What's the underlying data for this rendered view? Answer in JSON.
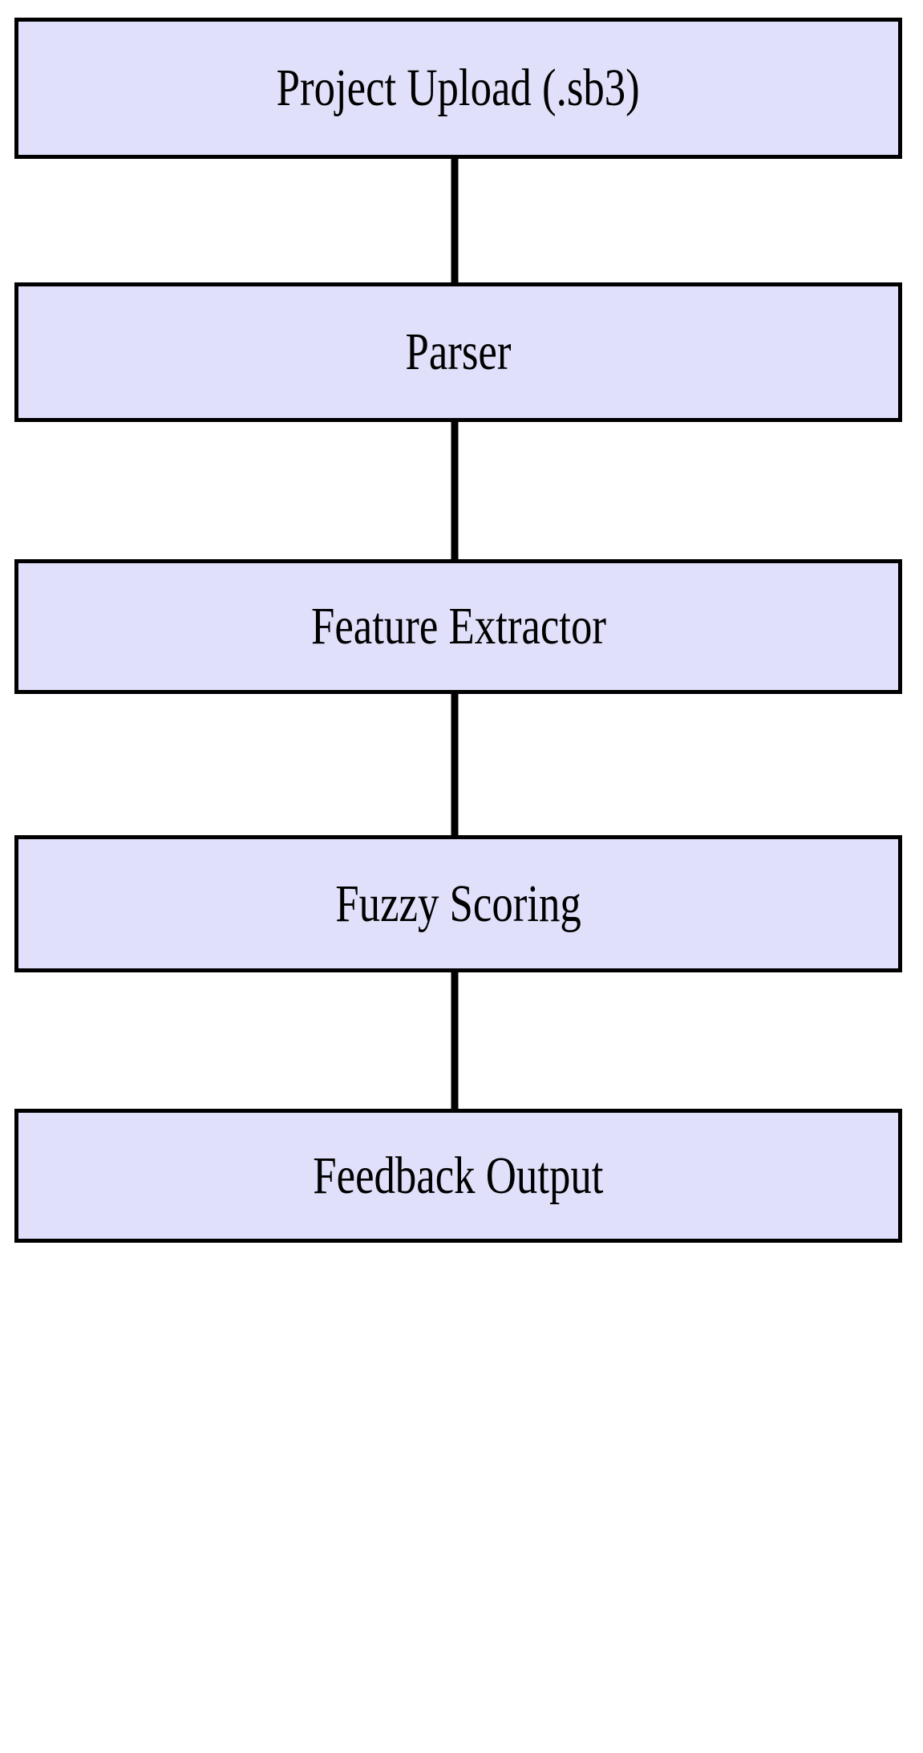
{
  "diagram": {
    "type": "flowchart",
    "orientation": "top-to-bottom",
    "background_color": "#ffffff",
    "node_fill_color": "#e0e0fa",
    "node_border_color": "#000000",
    "edge_color": "#000000",
    "arrowhead_style": "vee",
    "nodes": [
      {
        "id": "upload",
        "label": "Project Upload (.sb3)"
      },
      {
        "id": "parser",
        "label": "Parser"
      },
      {
        "id": "feature",
        "label": "Feature Extractor"
      },
      {
        "id": "fuzzy",
        "label": "Fuzzy Scoring"
      },
      {
        "id": "feedback",
        "label": "Feedback Output"
      }
    ],
    "edges": [
      {
        "id": "edge-upload-parser",
        "from": "upload",
        "to": "parser",
        "label": ""
      },
      {
        "id": "edge-parser-feature",
        "from": "parser",
        "to": "feature",
        "label": ""
      },
      {
        "id": "edge-feature-fuzzy",
        "from": "feature",
        "to": "fuzzy",
        "label": ""
      },
      {
        "id": "edge-fuzzy-feedback",
        "from": "fuzzy",
        "to": "feedback",
        "label": ""
      }
    ]
  }
}
